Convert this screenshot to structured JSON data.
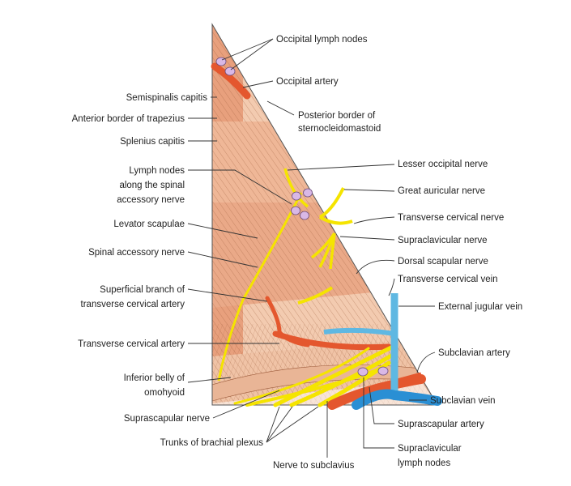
{
  "labels": {
    "occipital_lymph_nodes": "Occipital lymph nodes",
    "occipital_artery": "Occipital artery",
    "posterior_border_scm_1": "Posterior border of",
    "posterior_border_scm_2": "sternocleidomastoid",
    "lesser_occipital_nerve": "Lesser occipital nerve",
    "great_auricular_nerve": "Great auricular nerve",
    "transverse_cervical_nerve": "Transverse cervical nerve",
    "supraclavicular_nerve": "Supraclavicular nerve",
    "dorsal_scapular_nerve": "Dorsal scapular nerve",
    "transverse_cervical_vein": "Transverse cervical vein",
    "external_jugular_vein": "External jugular vein",
    "subclavian_artery": "Subclavian artery",
    "subclavian_vein": "Subclavian vein",
    "suprascapular_artery": "Suprascapular artery",
    "supraclavicular_lymph_nodes_1": "Supraclavicular",
    "supraclavicular_lymph_nodes_2": "lymph nodes",
    "nerve_to_subclavius": "Nerve to subclavius",
    "semispinalis_capitis": "Semispinalis capitis",
    "anterior_border_trapezius": "Anterior border of trapezius",
    "splenius_capitis": "Splenius capitis",
    "lymph_nodes_spinal_1": "Lymph nodes",
    "lymph_nodes_spinal_2": "along the spinal",
    "lymph_nodes_spinal_3": "accessory nerve",
    "levator_scapulae": "Levator scapulae",
    "spinal_accessory_nerve": "Spinal accessory nerve",
    "superficial_branch_1": "Superficial branch of",
    "superficial_branch_2": "transverse cervical artery",
    "transverse_cervical_artery": "Transverse cervical artery",
    "inferior_belly_1": "Inferior belly of",
    "inferior_belly_2": "omohyoid",
    "suprascapular_nerve": "Suprascapular nerve",
    "trunks_brachial_plexus": "Trunks of brachial plexus"
  },
  "colors": {
    "muscle": "#f2c4a3",
    "muscle_dark": "#e9a27c",
    "artery": "#e4572e",
    "nerve": "#f5e400",
    "vein": "#5fb8e2",
    "subclavian_vein": "#2a8fd4",
    "lymph_node": "#d9b8e6"
  }
}
